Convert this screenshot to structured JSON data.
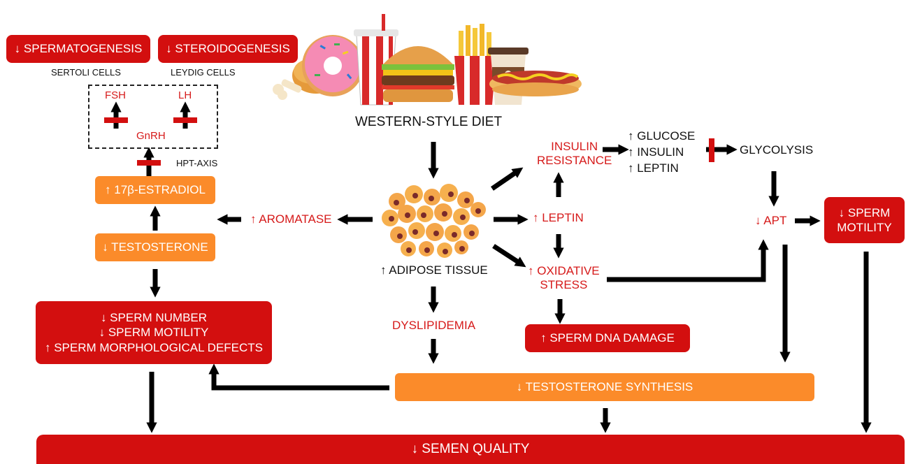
{
  "top": {
    "spermatogenesis": "↓ SPERMATOGENESIS",
    "steroidogenesis": "↓ STEROIDOGENESIS",
    "sertoli": "SERTOLI CELLS",
    "leydig": "LEYDIG CELLS",
    "fsh": "FSH",
    "lh": "LH",
    "gnrh": "GnRH",
    "hpt_axis": "HPT-AXIS"
  },
  "left": {
    "estradiol": "↑ 17β-ESTRADIOL",
    "testosterone": "↓ TESTOSTERONE",
    "sperm_effects": [
      "↓ SPERM NUMBER",
      "↓ SPERM MOTILITY",
      "↑ SPERM MORPHOLOGICAL DEFECTS"
    ]
  },
  "center": {
    "diet": "WESTERN-STYLE DIET",
    "aromatase": "↑ AROMATASE",
    "adipose": "↑ ADIPOSE TISSUE",
    "dyslipidemia": "DYSLIPIDEMIA"
  },
  "right": {
    "insulin_resistance": [
      "INSULIN",
      "RESISTANCE"
    ],
    "metabolic": [
      "↑ GLUCOSE",
      "↑ INSULIN",
      "↑ LEPTIN"
    ],
    "glycolysis": "GLYCOLYSIS",
    "leptin": "↑ LEPTIN",
    "oxidative_stress": [
      "↑ OXIDATIVE",
      "STRESS"
    ],
    "apt": "↓ APT",
    "sperm_motility": [
      "↓ SPERM",
      "MOTILITY"
    ],
    "dna_damage": "↑ SPERM DNA DAMAGE"
  },
  "bottom": {
    "testosterone_synthesis": "↓ TESTOSTERONE SYNTHESIS",
    "semen_quality": "↓ SEMEN QUALITY"
  },
  "colors": {
    "red_box": "#d30f0f",
    "orange_box": "#fb8b2a",
    "red_text": "#d61a1a",
    "arrow": "#000000",
    "inhibit_bar": "#d30f0f"
  },
  "icons": [
    "donut-icon",
    "soda-cup-icon",
    "burger-icon",
    "fries-icon",
    "coffee-cup-icon",
    "hot-dog-icon",
    "chicken-leg-icon",
    "fat-cells-icon"
  ]
}
